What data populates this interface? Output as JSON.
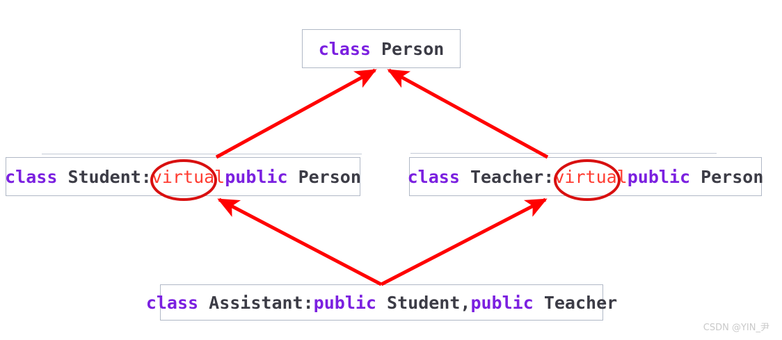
{
  "diagram": {
    "title": "C++ virtual inheritance diamond",
    "colors": {
      "keyword": "#7b20e0",
      "identifier": "#3c3c46",
      "highlight": "#ff3b30",
      "box_border": "#b0b8c6",
      "arrow": "#ff0000",
      "background": "#ffffff",
      "watermark": "#c9c9c9"
    },
    "boxes": [
      {
        "id": "person",
        "name": "class-box-person",
        "tokens": [
          {
            "text": "class",
            "style": "keyword"
          },
          {
            "text": " Person",
            "style": "identifier"
          }
        ],
        "full_text": "class Person"
      },
      {
        "id": "student",
        "name": "class-box-student",
        "tokens": [
          {
            "text": "class",
            "style": "keyword"
          },
          {
            "text": " Student:",
            "style": "identifier"
          },
          {
            "text": "virtual",
            "style": "highlight"
          },
          {
            "text": "public",
            "style": "keyword"
          },
          {
            "text": " Person",
            "style": "identifier"
          }
        ],
        "full_text": "class Student:virtual public Person",
        "circled_token": "virtual"
      },
      {
        "id": "teacher",
        "name": "class-box-teacher",
        "tokens": [
          {
            "text": "class",
            "style": "keyword"
          },
          {
            "text": " Teacher:",
            "style": "identifier"
          },
          {
            "text": "virtual",
            "style": "highlight"
          },
          {
            "text": "public",
            "style": "keyword"
          },
          {
            "text": " Person",
            "style": "identifier"
          }
        ],
        "full_text": "class Teacher:virtual public Person",
        "circled_token": "virtual"
      },
      {
        "id": "assistant",
        "name": "class-box-assistant",
        "tokens": [
          {
            "text": "class",
            "style": "keyword"
          },
          {
            "text": " Assistant:",
            "style": "identifier"
          },
          {
            "text": "public",
            "style": "keyword"
          },
          {
            "text": " Student,",
            "style": "identifier"
          },
          {
            "text": "public",
            "style": "keyword"
          },
          {
            "text": " Teacher",
            "style": "identifier"
          }
        ],
        "full_text": "class Assistant:public Student,public Teacher"
      }
    ],
    "arrows": [
      {
        "id": "student-to-person",
        "from": "student",
        "to": "person",
        "label": ""
      },
      {
        "id": "teacher-to-person",
        "from": "teacher",
        "to": "person",
        "label": ""
      },
      {
        "id": "assistant-to-student",
        "from": "assistant",
        "to": "student",
        "label": ""
      },
      {
        "id": "assistant-to-teacher",
        "from": "assistant",
        "to": "teacher",
        "label": ""
      }
    ],
    "annotations": [
      {
        "id": "ellipse-student-virtual",
        "shape": "ellipse",
        "target": "virtual",
        "in_box": "student"
      },
      {
        "id": "ellipse-teacher-virtual",
        "shape": "ellipse",
        "target": "virtual",
        "in_box": "teacher"
      }
    ]
  },
  "watermark": {
    "text": "CSDN @YIN_尹"
  }
}
